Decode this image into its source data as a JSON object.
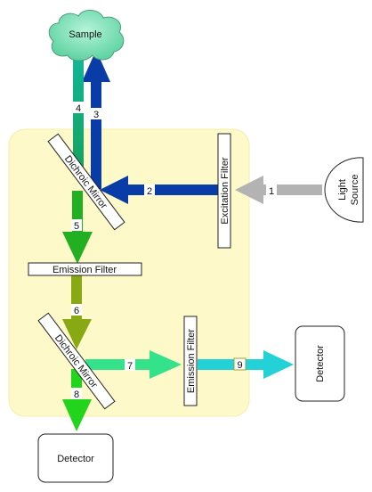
{
  "sample": {
    "label": "Sample"
  },
  "light_source": {
    "line1": "Light",
    "line2": "Source"
  },
  "excitation_filter": {
    "label": "Excitation Filter"
  },
  "dichroic_mirror_1": {
    "label": "Dichroic Mirror"
  },
  "dichroic_mirror_2": {
    "label": "Dichroic Mirror"
  },
  "emission_filter_1": {
    "label": "Emission Filter"
  },
  "emission_filter_2": {
    "label": "Emission Filter"
  },
  "detector_bottom": {
    "label": "Detector"
  },
  "detector_right": {
    "label": "Detector"
  },
  "beams": {
    "b1": "1",
    "b2": "2",
    "b3": "3",
    "b4": "4",
    "b5": "5",
    "b6": "6",
    "b7": "7",
    "b8": "8",
    "b9": "9"
  },
  "colors": {
    "panel": "#fdf9c8",
    "panel_stroke": "#f3eeae",
    "cloud": "#7fe0b8",
    "light_beam": "#b3b3b3",
    "excitation_beam": "#0a3ca8",
    "beam_4_top": "#11b69a",
    "beam_4_bottom": "#17a25e",
    "beam_5": "#22b022",
    "beam_6": "#88a814",
    "beam_7": "#33e28a",
    "beam_8": "#22d41c",
    "beam_9": "#22d2d6"
  }
}
